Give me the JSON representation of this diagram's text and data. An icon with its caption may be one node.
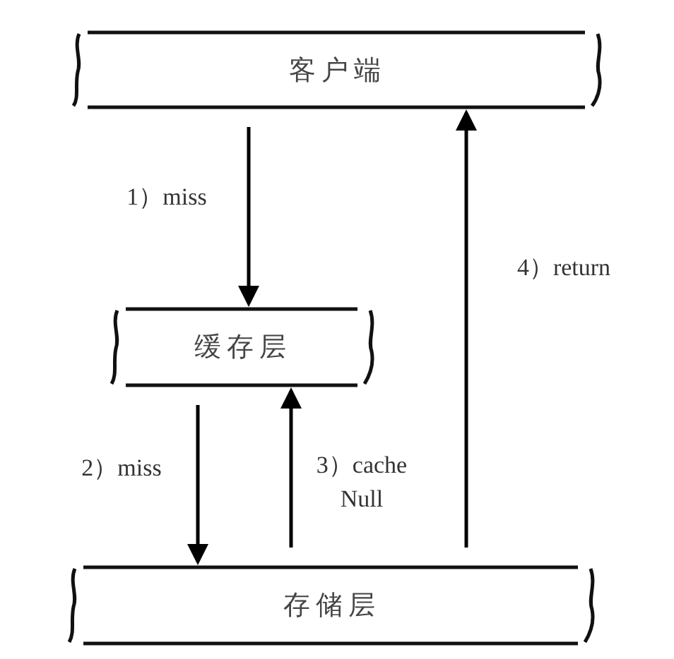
{
  "diagram": {
    "nodes": [
      {
        "text": [
          "客户端"
        ]
      },
      {
        "text": [
          "缓存层"
        ]
      },
      {
        "text": [
          "存储层"
        ]
      }
    ],
    "edges": [
      {
        "from": 0,
        "to": 1,
        "arrow": "to",
        "label": "1）miss"
      },
      {
        "from": 1,
        "to": 2,
        "arrow": "to",
        "label": "2）miss"
      },
      {
        "from": 2,
        "to": 1,
        "arrow": "to",
        "label": "3）cache Null"
      },
      {
        "from": 2,
        "to": 0,
        "arrow": "to",
        "label": "4）return"
      }
    ]
  }
}
